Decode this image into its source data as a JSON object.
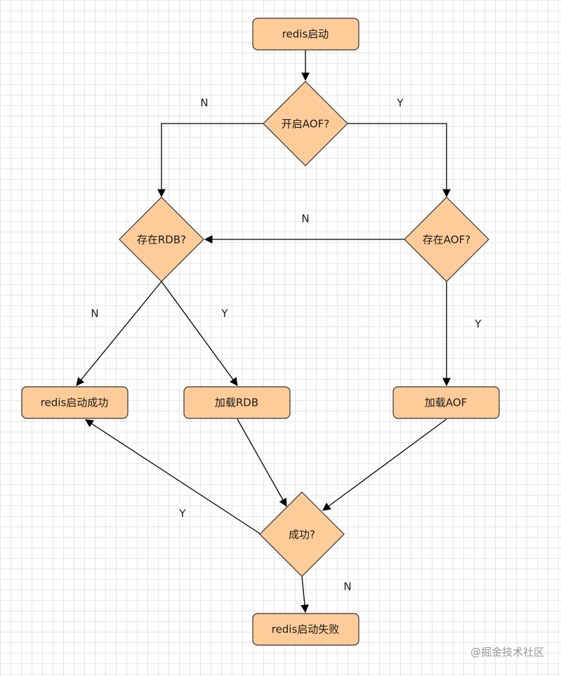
{
  "nodes": {
    "start": "redis启动",
    "aof_enabled": "开启AOF?",
    "rdb_exists": "存在RDB?",
    "aof_exists": "存在AOF?",
    "start_success": "redis启动成功",
    "load_rdb": "加载RDB",
    "load_aof": "加载AOF",
    "success_check": "成功?",
    "start_failed": "redis启动失败"
  },
  "edge_labels": {
    "aof_no": "N",
    "aof_yes": "Y",
    "aof_exists_no": "N",
    "rdb_no": "N",
    "rdb_yes": "Y",
    "aof_exists_yes": "Y",
    "success_yes": "Y",
    "success_no": "N"
  },
  "colors": {
    "node_fill": "#FFCC99",
    "node_stroke": "#333333",
    "edge": "#000000"
  },
  "watermark": "@掘金技术社区"
}
